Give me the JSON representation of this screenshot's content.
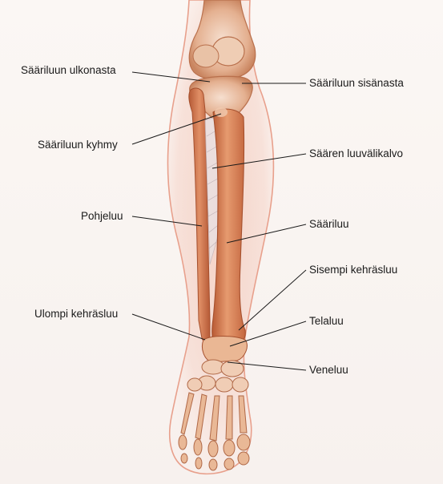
{
  "labels": {
    "fibular_head": "Sääriluun ulkonasta",
    "tibial_tuberosity": "Sääriluun kyhmy",
    "fibula": "Pohjeluu",
    "lateral_malleolus": "Ulompi kehräsluu",
    "medial_condyle": "Sääriluun sisänasta",
    "interosseous_membrane": "Säären luuvälikalvo",
    "tibia": "Sääriluu",
    "medial_malleolus": "Sisempi kehräsluu",
    "talus": "Telaluu",
    "navicular": "Veneluu"
  },
  "colors": {
    "bone": "#d9835a",
    "bone_light": "#efc3a6",
    "bone_shadow": "#b55a36",
    "soft_tissue": "#f2c8bb",
    "outline": "#e8a08c",
    "leader_line": "#1a1a1a"
  }
}
